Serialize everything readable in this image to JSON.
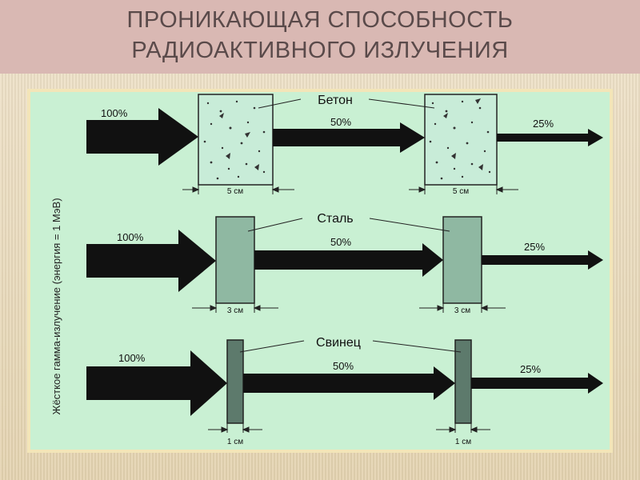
{
  "title_line1": "ПРОНИКАЮЩАЯ СПОСОБНОСТЬ",
  "title_line2": "РАДИОАКТИВНОГО ИЗЛУЧЕНИЯ",
  "vertical_label": "Жёсткое гамма-излучение (энергия = 1 МэВ)",
  "colors": {
    "header_bg": "#d9b8b3",
    "panel_bg": "#c9f0d3",
    "frame": "#f3e5b8",
    "concrete": "#c8ecd8",
    "steel": "#8fb8a2",
    "lead": "#5d7a6c",
    "arrow": "#111111"
  },
  "rows": [
    {
      "material": "Бетон",
      "in_percent": "100%",
      "mid_percent": "50%",
      "out_percent": "25%",
      "thickness": "5 см"
    },
    {
      "material": "Сталь",
      "in_percent": "100%",
      "mid_percent": "50%",
      "out_percent": "25%",
      "thickness": "3 см"
    },
    {
      "material": "Свинец",
      "in_percent": "100%",
      "mid_percent": "50%",
      "out_percent": "25%",
      "thickness": "1 см"
    }
  ]
}
